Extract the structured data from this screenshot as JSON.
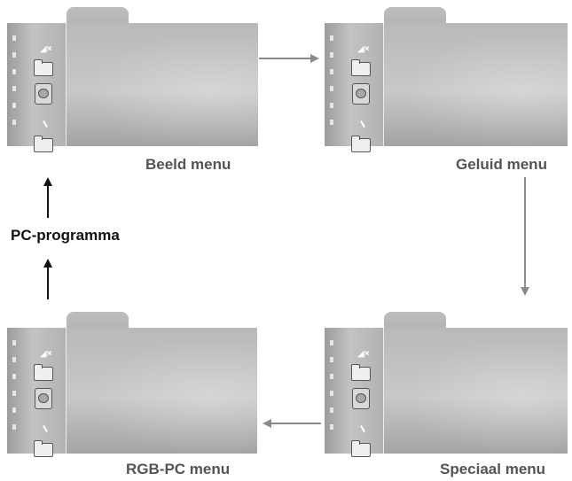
{
  "nodes": [
    {
      "id": "beeld",
      "label": "Beeld menu"
    },
    {
      "id": "geluid",
      "label": "Geluid menu"
    },
    {
      "id": "speciaal",
      "label": "Speciaal menu"
    },
    {
      "id": "rgbpc",
      "label": "RGB-PC menu"
    }
  ],
  "flow_label": "PC-programma",
  "osd_icons": [
    "speaker-mute-icon",
    "folder-icon",
    "tv-icon",
    "pointer-icon",
    "folder-icon"
  ],
  "colors": {
    "arrow_gray": "#8a8a8a",
    "arrow_black": "#111111",
    "panel_gray": "#bdbdbd"
  }
}
